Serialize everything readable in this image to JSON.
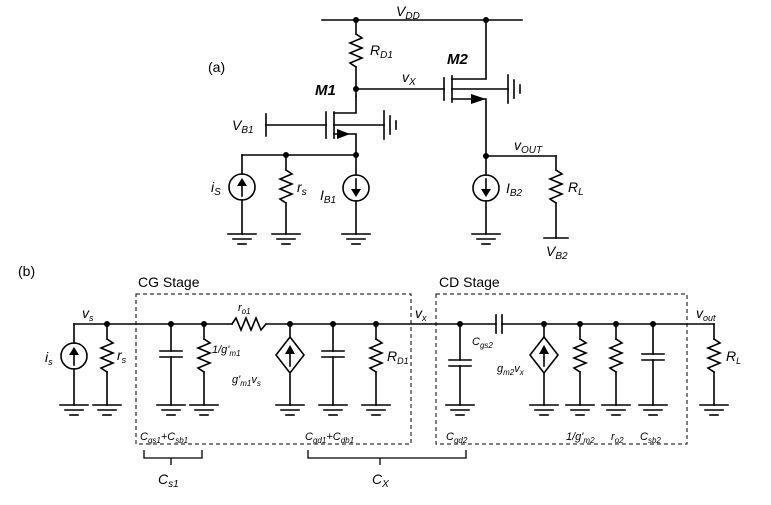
{
  "part_a": {
    "tag": "(a)",
    "vdd": "V",
    "vdd_sub": "DD",
    "rd1": "R",
    "rd1_sub": "D1",
    "m1": "M1",
    "m2": "M2",
    "vx": "v",
    "vx_sub": "X",
    "vb1": "V",
    "vb1_sub": "B1",
    "vout": "v",
    "vout_sub": "OUT",
    "is": "i",
    "is_sub": "S",
    "rs": "r",
    "rs_sub": "s",
    "ib1": "I",
    "ib1_sub": "B1",
    "ib2": "I",
    "ib2_sub": "B2",
    "rl": "R",
    "rl_sub": "L",
    "vb2": "V",
    "vb2_sub": "B2"
  },
  "part_b": {
    "tag": "(b)",
    "cg_stage": "CG Stage",
    "cd_stage": "CD Stage",
    "vs": "v",
    "vs_sub": "s",
    "is": "i",
    "is_sub": "s",
    "rs": "r",
    "rs_sub": "s",
    "ro1": "r",
    "ro1_sub": "o1",
    "gm1_res": "1/g'",
    "gm1_res_sub": "m1",
    "gm1_src": "g'",
    "gm1_src_sub": "m1",
    "gm1_src_tail": "v",
    "gm1_src_tail_sub": "s",
    "rd1": "R",
    "rd1_sub": "D1",
    "vx": "v",
    "vx_sub": "x",
    "cgs2": "C",
    "cgs2_sub": "gs2",
    "gm2_src": "g",
    "gm2_src_sub": "m2",
    "gm2_src_tail": "v",
    "gm2_src_tail_sub": "x",
    "vout": "v",
    "vout_sub": "out",
    "rl": "R",
    "rl_sub": "L",
    "cgs1": "C",
    "cgs1_sub": "gs1",
    "plus1": "+C",
    "csb1_sub": "sb1",
    "cgd1": "C",
    "cgd1_sub": "gd1",
    "plus2": "+C",
    "cdb1_sub": "db1",
    "cgd2": "C",
    "cgd2_sub": "gd2",
    "gm2_res": "1/g'",
    "gm2_res_sub": "m2",
    "ro2": "r",
    "ro2_sub": "o2",
    "csb2": "C",
    "csb2_sub": "sb2",
    "cs1": "C",
    "cs1_sub": "s1",
    "cx": "C",
    "cx_sub": "X"
  }
}
